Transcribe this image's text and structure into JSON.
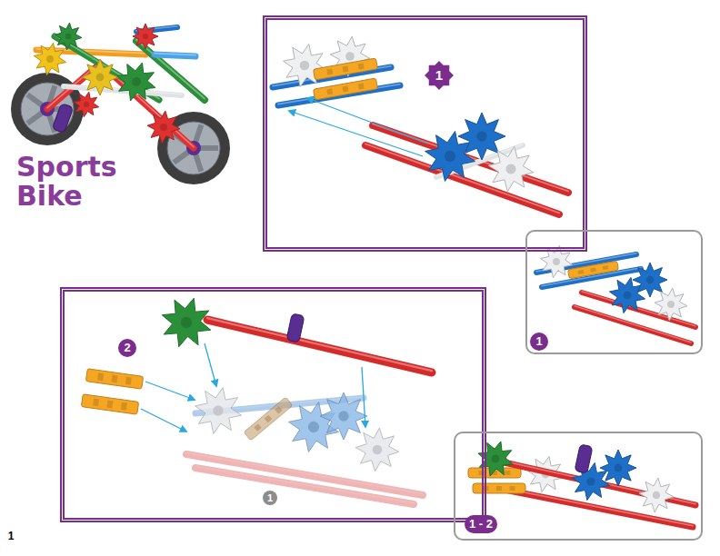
{
  "diagram": {
    "title": "Sports Bike",
    "nodes": [
      {
        "text": [
          "1"
        ]
      },
      {
        "text": [
          "1"
        ]
      },
      {
        "text": [
          "2"
        ]
      },
      {
        "text": [
          "1 - 2"
        ]
      }
    ],
    "labels": [
      "1",
      "1"
    ]
  }
}
